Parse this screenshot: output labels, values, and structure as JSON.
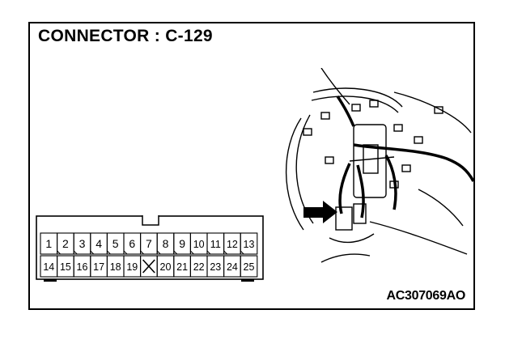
{
  "diagram": {
    "title": "CONNECTOR : C-129",
    "figure_code": "AC307069AO"
  },
  "connector": {
    "row1": [
      "1",
      "2",
      "3",
      "4",
      "5",
      "6",
      "7",
      "8",
      "9",
      "10",
      "11",
      "12",
      "13"
    ],
    "row2": [
      "14",
      "15",
      "16",
      "17",
      "18",
      "19",
      "",
      "20",
      "21",
      "22",
      "23",
      "24",
      "25"
    ],
    "empty_cavity_symbol": "X"
  },
  "colors": {
    "line": "#000000",
    "background": "#ffffff"
  }
}
